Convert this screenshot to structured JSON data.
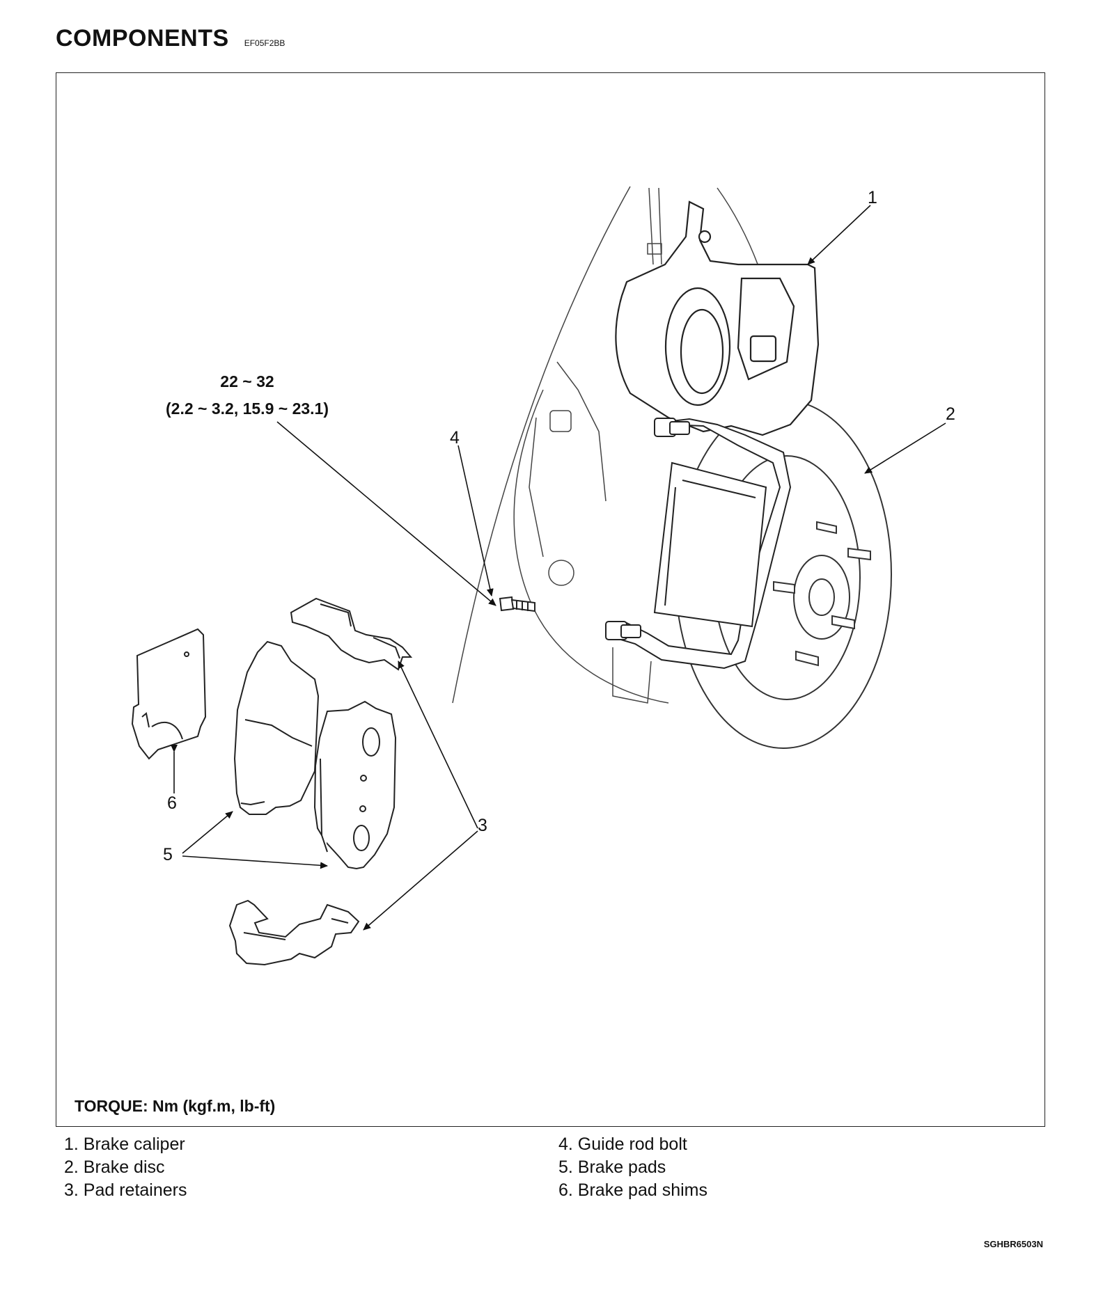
{
  "header": {
    "title": "COMPONENTS",
    "code": "EF05F2BB"
  },
  "callouts": {
    "c1": "1",
    "c2": "2",
    "c3": "3",
    "c4": "4",
    "c5": "5",
    "c6": "6",
    "torque_value": "22 ~ 32",
    "torque_conv": "(2.2 ~ 3.2, 15.9 ~ 23.1)"
  },
  "torque_note": "TORQUE: Nm (kgf.m, lb-ft)",
  "legend": {
    "left": [
      "1. Brake caliper",
      "2. Brake disc",
      "3. Pad retainers"
    ],
    "right": [
      "4. Guide rod bolt",
      "5. Brake pads",
      "6. Brake pad shims"
    ]
  },
  "figure_code": "SGHBR6503N",
  "icons": [
    "arrow-icon"
  ]
}
